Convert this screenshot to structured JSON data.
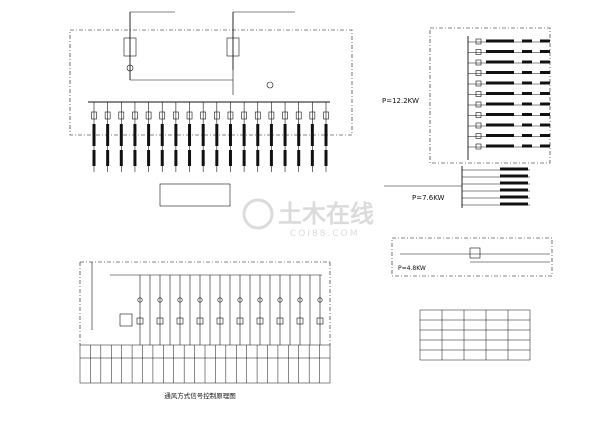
{
  "watermark": {
    "text": "土木在线",
    "subtext": "COI88.COM"
  },
  "top_distribution_board": {
    "feeder_count": 18,
    "label_primary": "",
    "label_secondary": "",
    "load_summary_left": {
      "line1": "",
      "line2": "",
      "line3": "",
      "line4": ""
    },
    "load_summary_right": {
      "line1": "",
      "line2": "",
      "line3": "",
      "line4": ""
    }
  },
  "right_panel_top": {
    "power_label": "P=12.2KW",
    "panel_id": "",
    "panel_type": "",
    "row_count": 11
  },
  "right_panel_mid": {
    "power_label": "P=7.6KW",
    "row_count": 6
  },
  "right_panel_small": {
    "power_label": "P=4.8KW",
    "notes": [
      "",
      ""
    ]
  },
  "bottom_diagram": {
    "column_count": 19,
    "title": "通风方式信号控制原理图"
  },
  "table": {
    "rows": 5,
    "columns": 5,
    "caption": "",
    "notes": [
      "",
      ""
    ]
  }
}
